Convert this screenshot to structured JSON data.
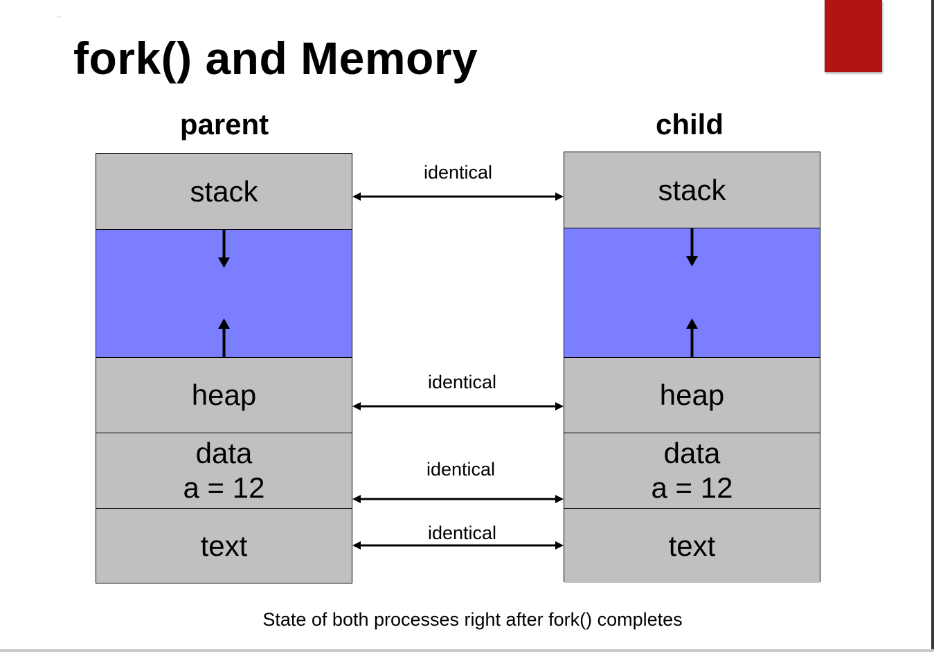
{
  "slide": {
    "title": "fork() and Memory",
    "caption": "State of both processes right after fork() completes",
    "accent_color": "#b01414"
  },
  "diagram": {
    "parent_label": "parent",
    "child_label": "child",
    "segment_color": "#c0c0c0",
    "free_region_color": "#7b7fff",
    "parent": {
      "stack": "stack",
      "heap": "heap",
      "data": "data",
      "data_value": "a = 12",
      "text": "text"
    },
    "child": {
      "stack": "stack",
      "heap": "heap",
      "data": "data",
      "data_value": "a = 12",
      "text": "text"
    },
    "connections": [
      {
        "from": "stack",
        "label": "identical"
      },
      {
        "from": "heap",
        "label": "identical"
      },
      {
        "from": "data",
        "label": "identical"
      },
      {
        "from": "text",
        "label": "identical"
      }
    ]
  }
}
